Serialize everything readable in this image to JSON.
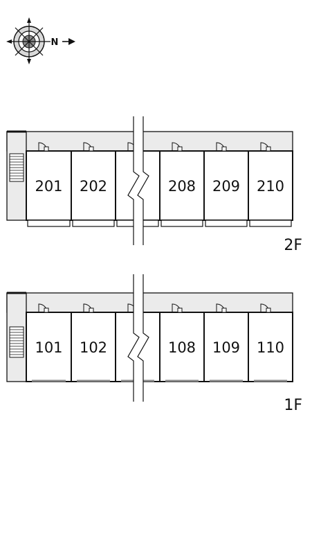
{
  "compass": {
    "north_label": "N",
    "icon": "compass-rose-icon"
  },
  "floors": [
    {
      "id": "2f",
      "label": "2F",
      "stair": "left",
      "rooms": [
        "201",
        "202",
        "",
        "208",
        "209",
        "210"
      ],
      "break_unit_index": 2
    },
    {
      "id": "1f",
      "label": "1F",
      "stair": "left",
      "rooms": [
        "101",
        "102",
        "",
        "108",
        "109",
        "110"
      ],
      "break_unit_index": 2
    }
  ],
  "colors": {
    "corridor": "#ebebeb",
    "line": "#111111",
    "background": "#ffffff"
  }
}
